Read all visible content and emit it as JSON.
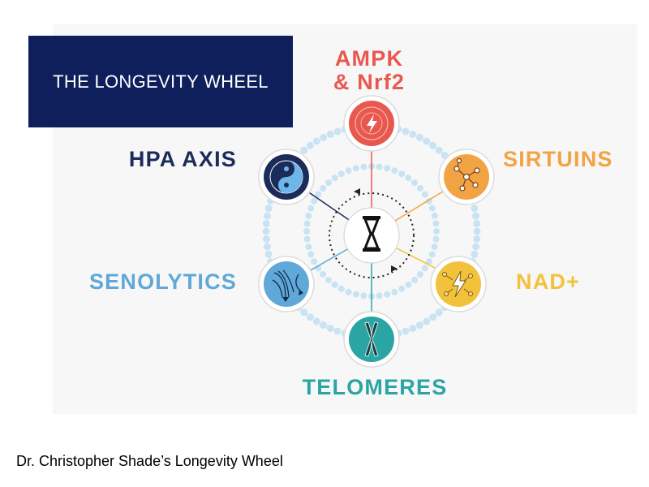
{
  "title": "THE LONGEVITY WHEEL",
  "labels": {
    "ampk_line1": "AMPK",
    "ampk_line2": "& Nrf2",
    "hpa": "HPA AXIS",
    "sirtuins": "SIRTUINS",
    "senolytics": "SENOLYTICS",
    "nad": "NAD+",
    "telomeres": "TELOMERES"
  },
  "caption": "Dr. Christopher Shade’s Longevity Wheel",
  "colors": {
    "title_box": "#0e1f5c",
    "ampk": "#e8584f",
    "hpa": "#1b2c5a",
    "sirtuins": "#f2a445",
    "senolytics": "#5fa8d8",
    "nad": "#f3c23c",
    "telomeres": "#2aa5a3",
    "ring_dots": "#c9e3f3"
  },
  "icons": {
    "ampk": "lightning-bolt-icon",
    "hpa": "yin-yang-icon",
    "sirtuins": "molecular-network-icon",
    "senolytics": "flow-arrows-icon",
    "nad": "lightning-network-icon",
    "telomeres": "chromosome-icon",
    "center": "hourglass-icon"
  }
}
